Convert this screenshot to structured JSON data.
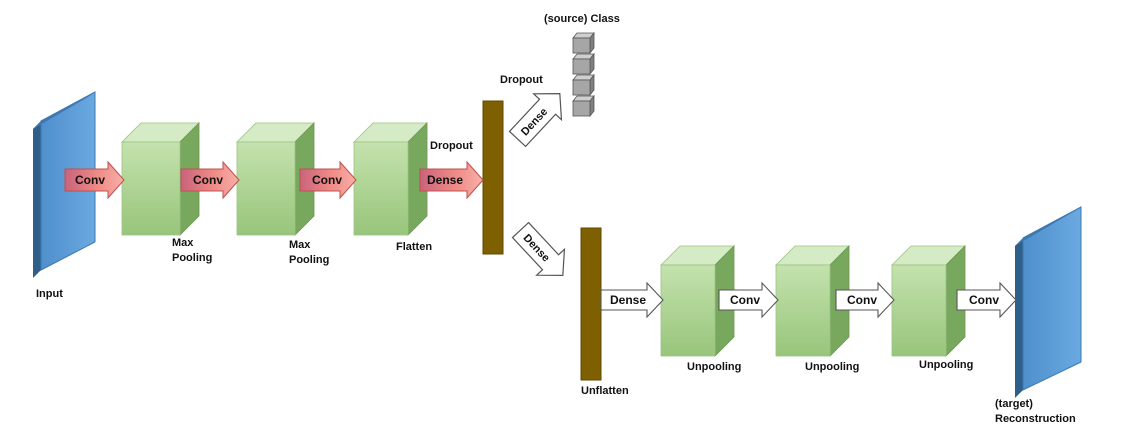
{
  "labels": {
    "input": "Input",
    "max_pooling_1": "Max\nPooling",
    "max_pooling_2": "Max\nPooling",
    "flatten": "Flatten",
    "dropout_main": "Dropout",
    "dropout_top": "Dropout",
    "source_class": "(source) Class",
    "unflatten": "Unflatten",
    "unpooling_1": "Unpooling",
    "unpooling_2": "Unpooling",
    "unpooling_3": "Unpooling",
    "target": "(target)\nReconstruction"
  },
  "arrows": {
    "conv_1": "Conv",
    "conv_2": "Conv",
    "conv_3": "Conv",
    "dense_main": "Dense",
    "dense_class": "Dense",
    "dense_decoder": "Dense",
    "dense_unflatten": "Dense",
    "conv_4": "Conv",
    "conv_5": "Conv",
    "conv_6": "Conv"
  },
  "colors": {
    "input_plane": "#5b9bd5",
    "input_plane_edge": "#2e5f8a",
    "green_block_front": "#a9d08e",
    "green_block_side": "#77a55c",
    "green_block_top": "#c6e0b4",
    "bar": "#7f6000",
    "red_arrow": "#f4a09c",
    "grey_cube": "#a6a6a6"
  }
}
